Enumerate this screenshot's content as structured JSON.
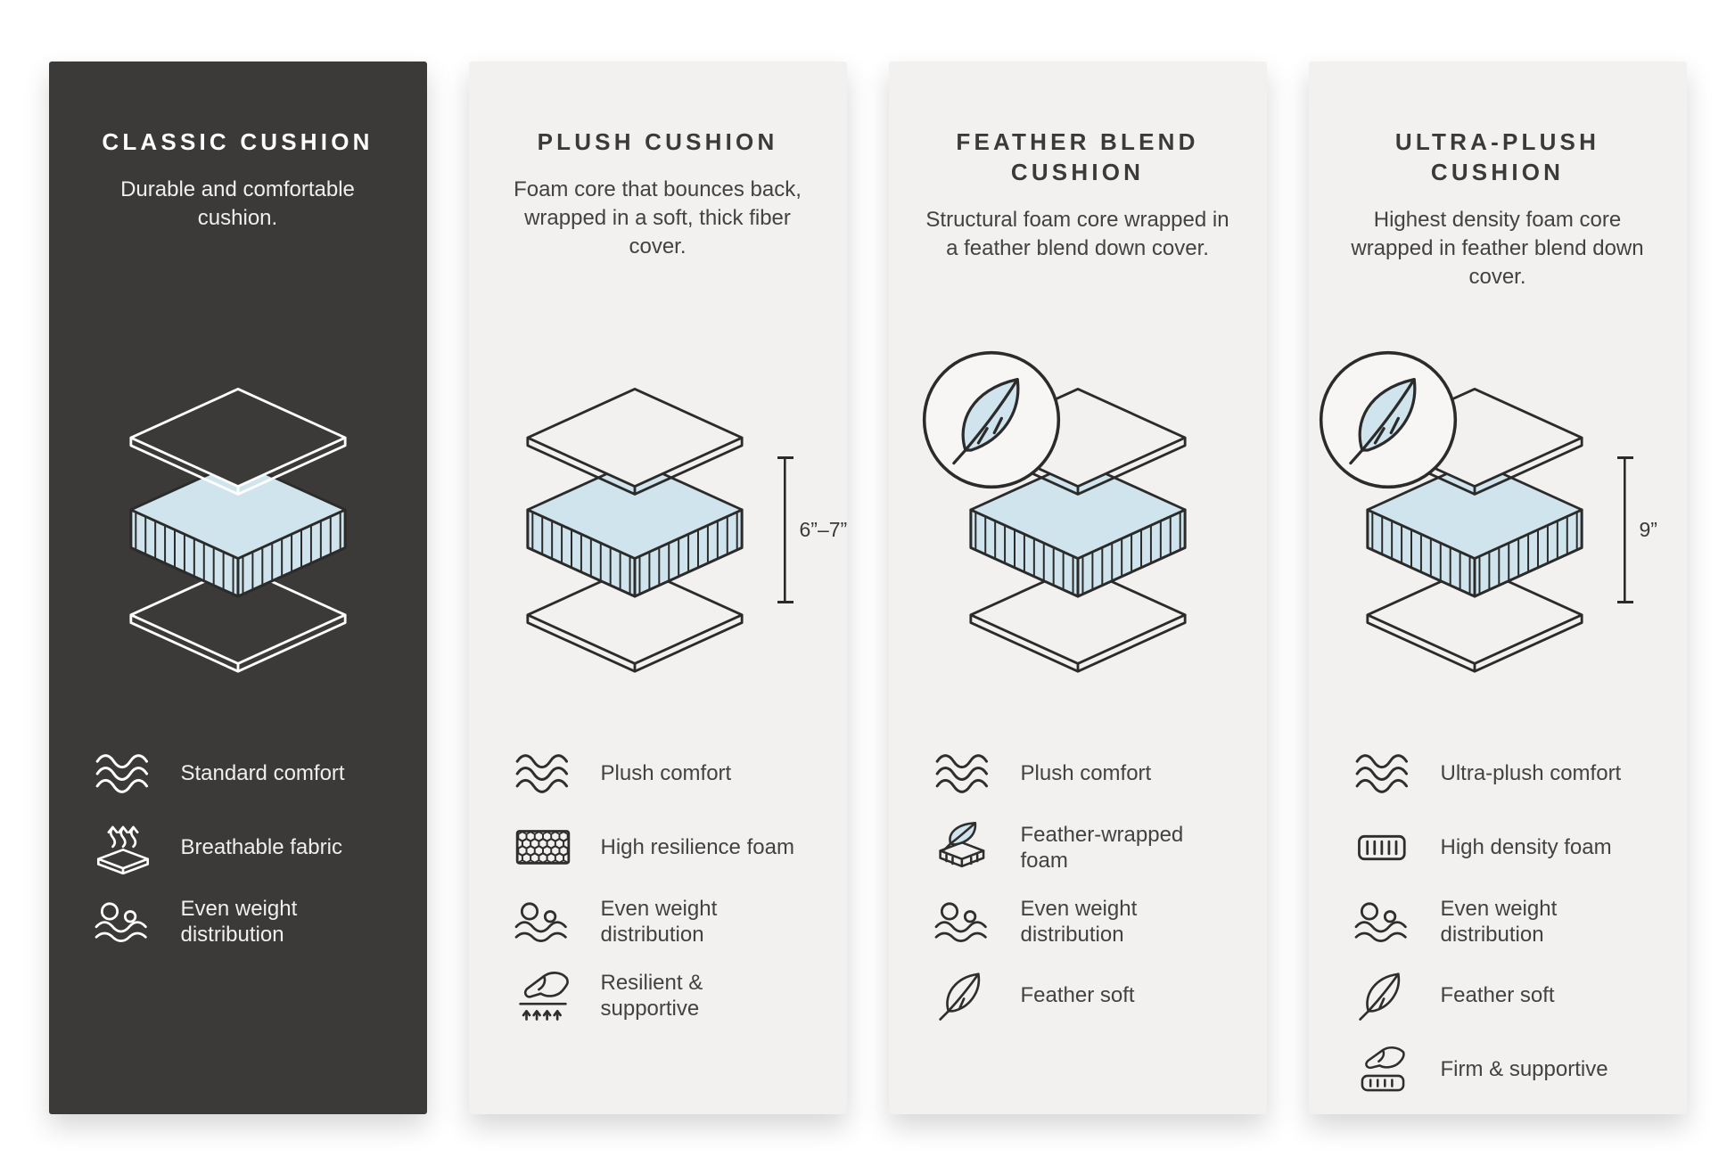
{
  "colors": {
    "foam_accent": "#cfe4ec",
    "panel_dark": "#3b3a38",
    "panel_light": "#f2f1ef",
    "ink": "#2b2b2b"
  },
  "cards": [
    {
      "title": "CLASSIC CUSHION",
      "description": "Durable and comfortable cushion.",
      "features": [
        {
          "icon": "wave-lines-icon",
          "label": "Standard comfort"
        },
        {
          "icon": "breathable-fabric-icon",
          "label": "Breathable fabric"
        },
        {
          "icon": "even-weight-icon",
          "label": "Even weight distribution"
        }
      ]
    },
    {
      "title": "PLUSH CUSHION",
      "description": "Foam core that bounces back, wrapped in a soft, thick fiber cover.",
      "thickness": "6”–7”",
      "features": [
        {
          "icon": "wave-lines-icon",
          "label": "Plush comfort"
        },
        {
          "icon": "honeycomb-foam-icon",
          "label": "High resilience foam"
        },
        {
          "icon": "even-weight-icon",
          "label": "Even weight distribution"
        },
        {
          "icon": "hand-press-icon",
          "label": "Resilient & supportive"
        }
      ]
    },
    {
      "title": "FEATHER BLEND CUSHION",
      "description": "Structural foam core wrapped in a feather blend down cover.",
      "features": [
        {
          "icon": "wave-lines-icon",
          "label": "Plush comfort"
        },
        {
          "icon": "feather-wrapped-foam-icon",
          "label": "Feather-wrapped foam"
        },
        {
          "icon": "even-weight-icon",
          "label": "Even weight distribution"
        },
        {
          "icon": "feather-icon",
          "label": "Feather soft"
        }
      ]
    },
    {
      "title": "ULTRA-PLUSH CUSHION",
      "description": "Highest density foam core wrapped in feather blend down cover.",
      "thickness": "9”",
      "features": [
        {
          "icon": "wave-lines-icon",
          "label": "Ultra-plush comfort"
        },
        {
          "icon": "high-density-foam-icon",
          "label": "High density foam"
        },
        {
          "icon": "even-weight-icon",
          "label": "Even weight distribution"
        },
        {
          "icon": "feather-icon",
          "label": "Feather soft"
        },
        {
          "icon": "firm-supportive-icon",
          "label": "Firm & supportive"
        }
      ]
    }
  ]
}
